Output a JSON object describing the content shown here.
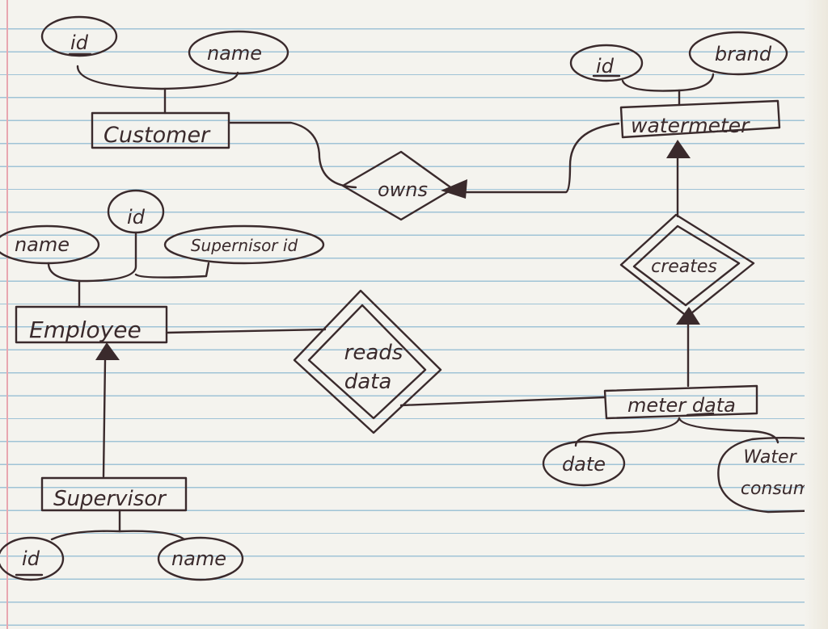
{
  "entities": {
    "customer": "Customer",
    "watermeter": "watermeter",
    "employee": "Employee",
    "supervisor": "Supervisor",
    "meter_data": "meter data"
  },
  "relationships": {
    "owns": "owns",
    "creates": "creates",
    "reads_line1": "reads",
    "reads_line2": "data"
  },
  "attributes": {
    "customer_id": "id",
    "customer_name": "name",
    "watermeter_id": "id",
    "watermeter_brand": "brand",
    "employee_name": "name",
    "employee_id": "id",
    "employee_supervisor_id": "Supernisor id",
    "supervisor_id": "id",
    "supervisor_name": "name",
    "meterdata_date": "date",
    "meterdata_water_line1": "Water",
    "meterdata_water_line2": "consump"
  },
  "colors": {
    "ink": "#3a2a2c",
    "paper": "#f4f3ee",
    "rule": "#9fc3d6",
    "margin": "#e8a7b0"
  }
}
